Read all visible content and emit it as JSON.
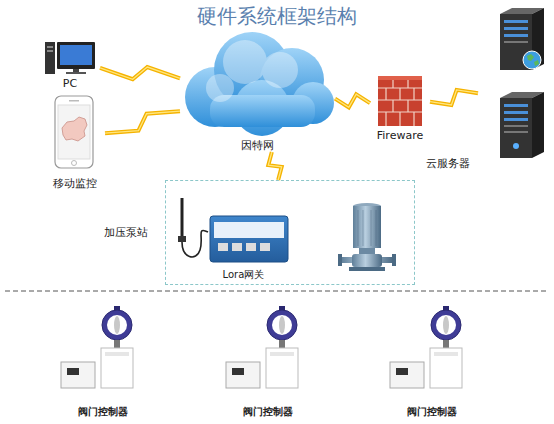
{
  "diagram": {
    "title": "硬件系统框架结构",
    "nodes": [
      {
        "text": [
          "PC"
        ]
      },
      {
        "text": [
          "移动监控"
        ]
      },
      {
        "text": [
          "因特网"
        ]
      },
      {
        "text": [
          "Fireware"
        ]
      },
      {
        "text": [
          "云服务器"
        ]
      },
      {
        "text": [
          "加压泵站"
        ]
      },
      {
        "text": [
          "Lora网关"
        ],
        "in": 5
      },
      {
        "text": [
          "阀门控制器"
        ]
      },
      {
        "text": [
          "阀门控制器"
        ]
      },
      {
        "text": [
          "阀门控制器"
        ]
      }
    ],
    "edges": [
      {
        "from": 0,
        "to": 2,
        "arrow": "none"
      },
      {
        "from": 1,
        "to": 2,
        "arrow": "none"
      },
      {
        "from": 2,
        "to": 3,
        "arrow": "none"
      },
      {
        "from": 3,
        "to": 4,
        "arrow": "none"
      },
      {
        "from": 2,
        "to": 5,
        "arrow": "none"
      }
    ]
  }
}
